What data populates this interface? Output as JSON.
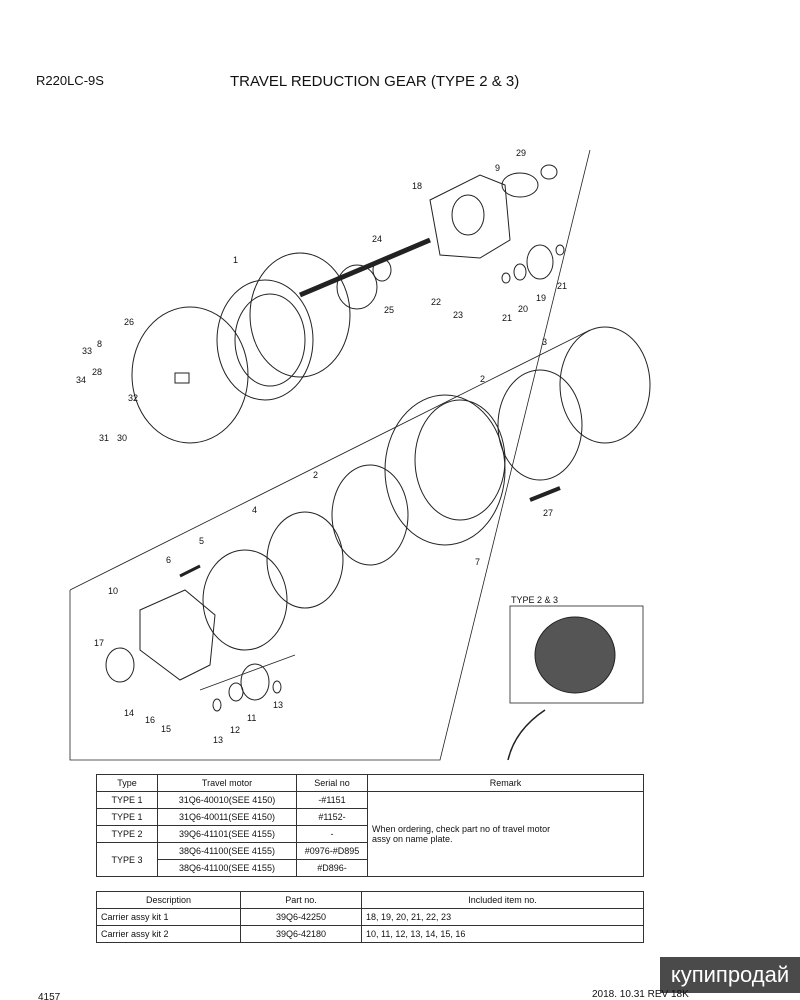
{
  "header": {
    "model": "R220LC-9S",
    "title": "TRAVEL REDUCTION GEAR (TYPE 2 & 3)"
  },
  "diagram": {
    "inset_label": "TYPE 2 & 3",
    "callouts": [
      "29",
      "9",
      "18",
      "1",
      "24",
      "25",
      "22",
      "23",
      "21",
      "20",
      "19",
      "21",
      "26",
      "8",
      "33",
      "28",
      "34",
      "32",
      "31",
      "30",
      "3",
      "2",
      "2",
      "27",
      "4",
      "5",
      "6",
      "7",
      "10",
      "17",
      "14",
      "16",
      "15",
      "13",
      "11",
      "12",
      "13"
    ]
  },
  "type_table": {
    "headers": [
      "Type",
      "Travel motor",
      "Serial no",
      "Remark"
    ],
    "rows": [
      {
        "type": "TYPE 1",
        "motor": "31Q6-40010(SEE 4150)",
        "serial": "-#1151"
      },
      {
        "type": "TYPE 1",
        "motor": "31Q6-40011(SEE 4150)",
        "serial": "#1152-"
      },
      {
        "type": "TYPE 2",
        "motor": "39Q6-41101(SEE 4155)",
        "serial": "-"
      },
      {
        "type": "TYPE 3",
        "motor": "38Q6-41100(SEE 4155)",
        "serial": "#0976-#D895"
      },
      {
        "type": "",
        "motor": "38Q6-41100(SEE 4155)",
        "serial": "#D896-"
      }
    ],
    "remark": "When ordering, check part no of travel motor assy on name plate."
  },
  "kit_table": {
    "headers": [
      "Description",
      "Part no.",
      "Included item no."
    ],
    "rows": [
      {
        "desc": "Carrier assy kit 1",
        "part": "39Q6-42250",
        "items": "18, 19, 20, 21, 22, 23"
      },
      {
        "desc": "Carrier assy kit 2",
        "part": "39Q6-42180",
        "items": "10, 11, 12, 13, 14, 15, 16"
      }
    ]
  },
  "footer": {
    "page": "4157",
    "revision": "2018. 10.31 REV 18K",
    "watermark": "купипродай"
  }
}
